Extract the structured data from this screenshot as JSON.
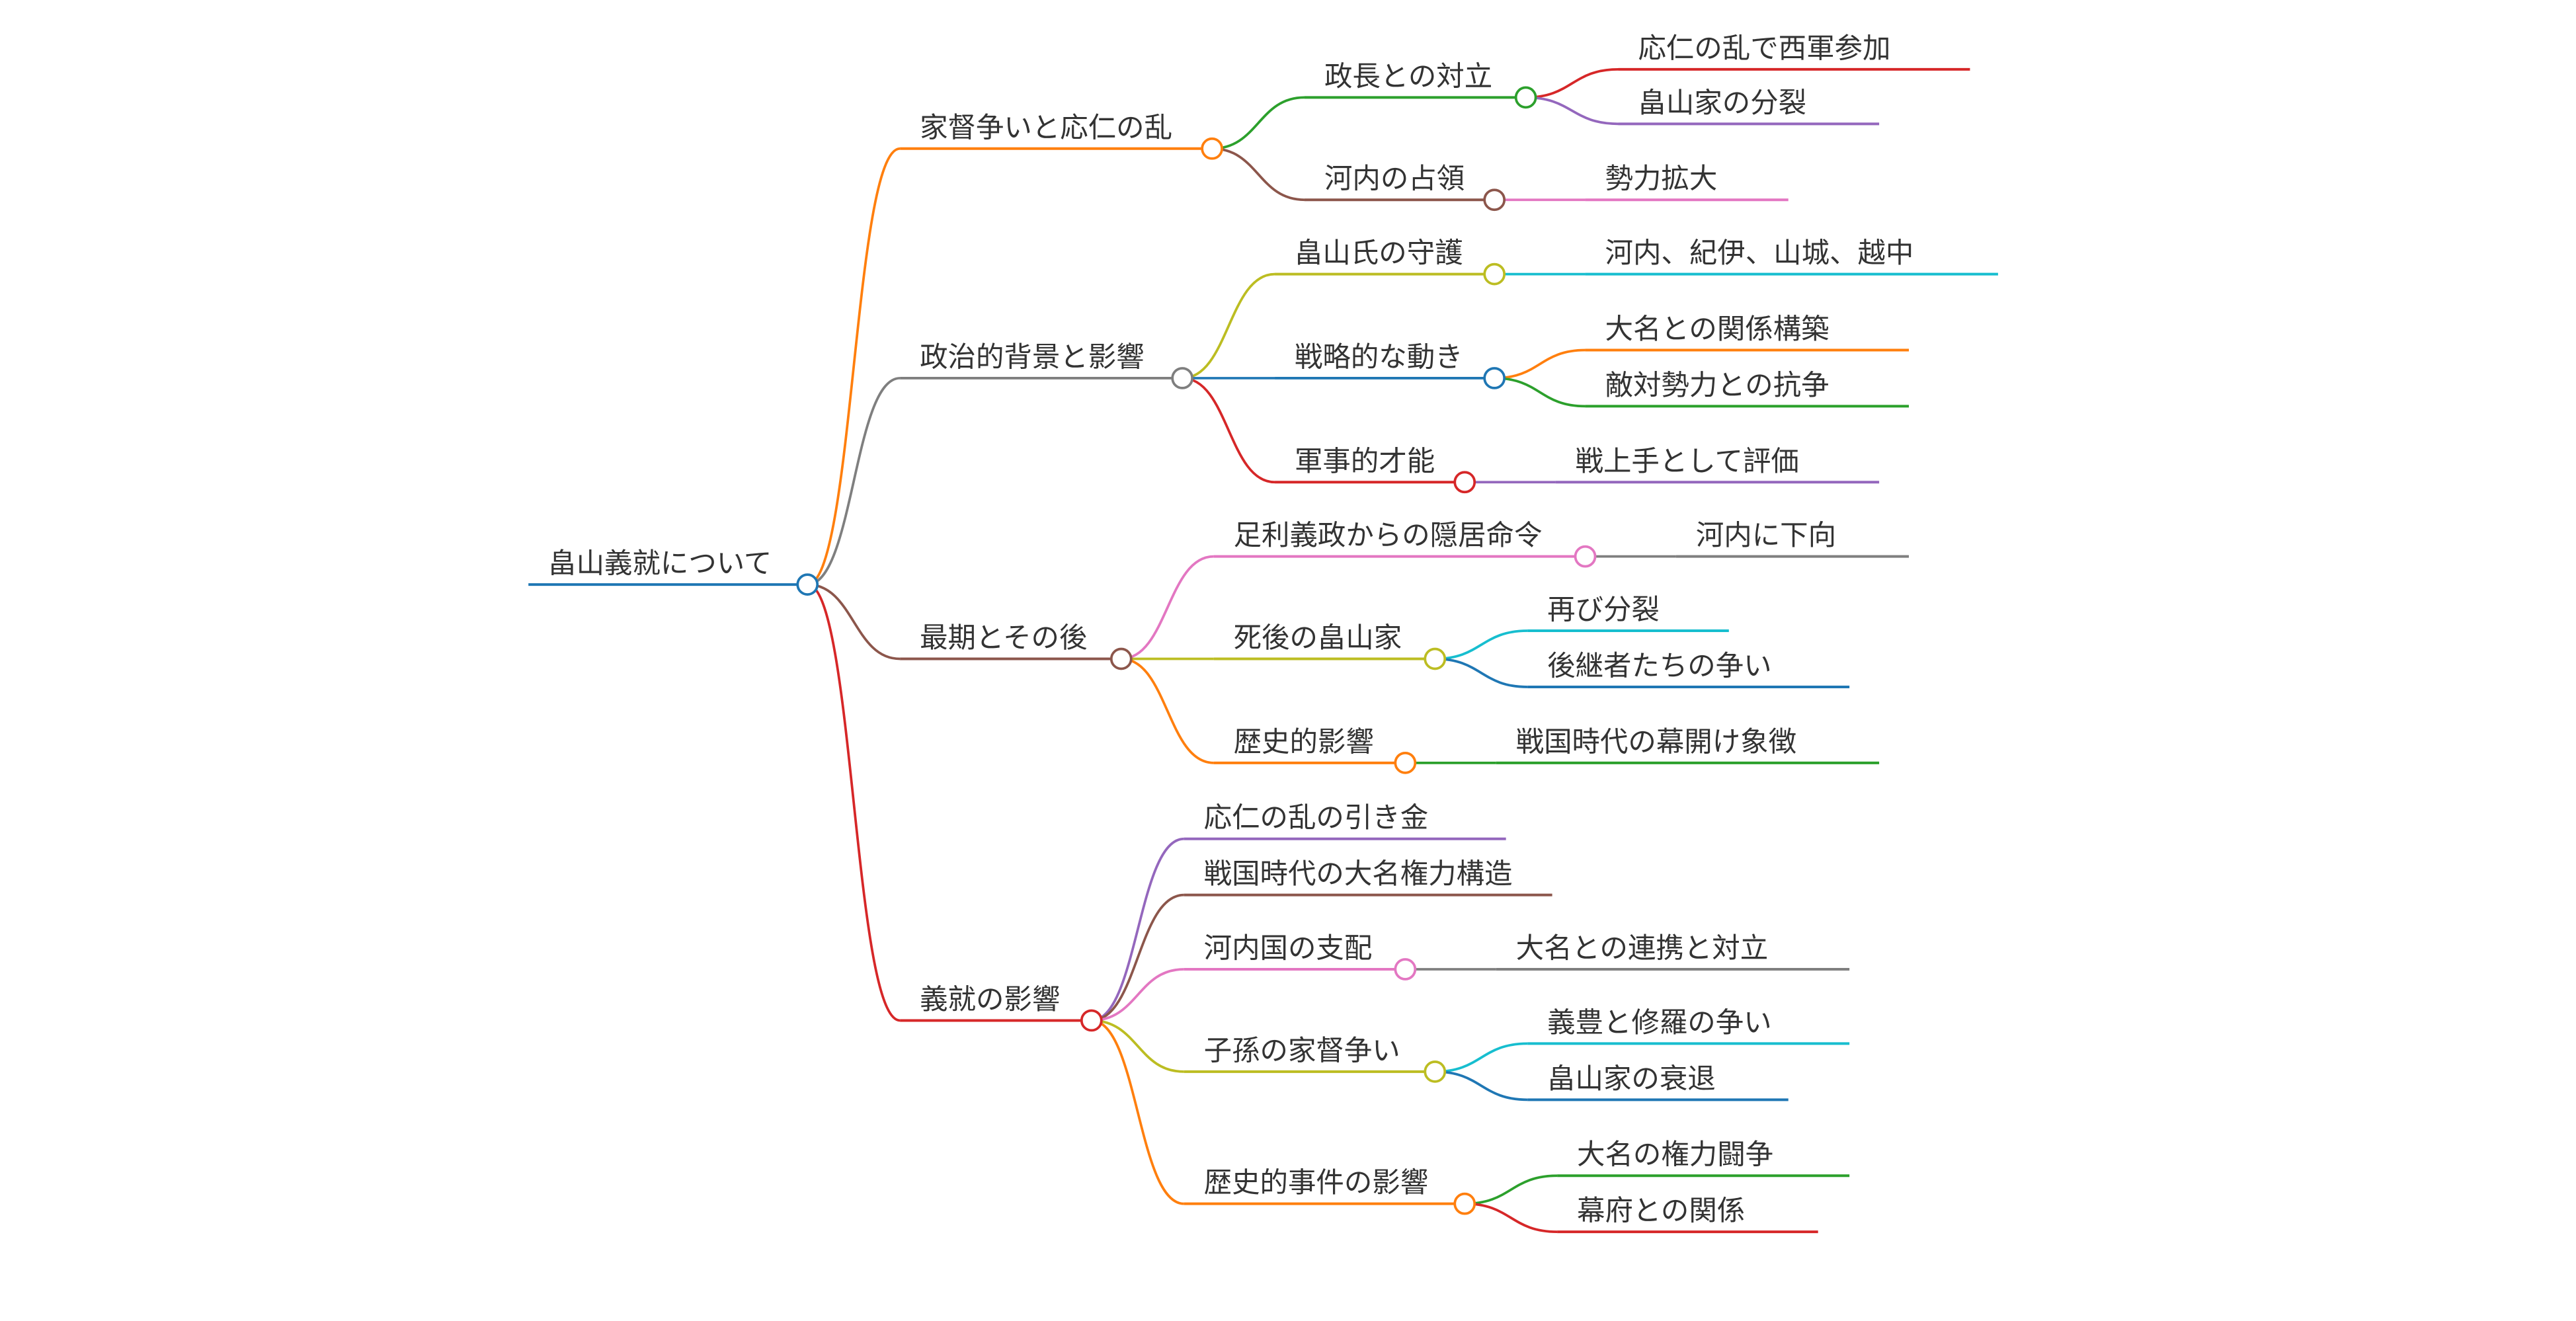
{
  "root": {
    "label": "畠山義就について",
    "color": "#1f77b4",
    "children": [
      {
        "label": "家督争いと応仁の乱",
        "color": "#ff7f0e",
        "children": [
          {
            "label": "政長との対立",
            "color": "#2ca02c",
            "children": [
              {
                "label": "応仁の乱で西軍参加",
                "color": "#d62728"
              },
              {
                "label": "畠山家の分裂",
                "color": "#9467bd"
              }
            ]
          },
          {
            "label": "河内の占領",
            "color": "#8c564b",
            "children": [
              {
                "label": "勢力拡大",
                "color": "#e377c2"
              }
            ]
          }
        ]
      },
      {
        "label": "政治的背景と影響",
        "color": "#7f7f7f",
        "children": [
          {
            "label": "畠山氏の守護",
            "color": "#bcbd22",
            "children": [
              {
                "label": "河内、紀伊、山城、越中",
                "color": "#17becf"
              }
            ]
          },
          {
            "label": "戦略的な動き",
            "color": "#1f77b4",
            "children": [
              {
                "label": "大名との関係構築",
                "color": "#ff7f0e"
              },
              {
                "label": "敵対勢力との抗争",
                "color": "#2ca02c"
              }
            ]
          },
          {
            "label": "軍事的才能",
            "color": "#d62728",
            "children": [
              {
                "label": "戦上手として評価",
                "color": "#9467bd"
              }
            ]
          }
        ]
      },
      {
        "label": "最期とその後",
        "color": "#8c564b",
        "children": [
          {
            "label": "足利義政からの隠居命令",
            "color": "#e377c2",
            "children": [
              {
                "label": "河内に下向",
                "color": "#7f7f7f"
              }
            ]
          },
          {
            "label": "死後の畠山家",
            "color": "#bcbd22",
            "children": [
              {
                "label": "再び分裂",
                "color": "#17becf"
              },
              {
                "label": "後継者たちの争い",
                "color": "#1f77b4"
              }
            ]
          },
          {
            "label": "歴史的影響",
            "color": "#ff7f0e",
            "children": [
              {
                "label": "戦国時代の幕開け象徴",
                "color": "#2ca02c"
              }
            ]
          }
        ]
      },
      {
        "label": "義就の影響",
        "color": "#d62728",
        "children": [
          {
            "label": "応仁の乱の引き金",
            "color": "#9467bd"
          },
          {
            "label": "戦国時代の大名権力構造",
            "color": "#8c564b"
          },
          {
            "label": "河内国の支配",
            "color": "#e377c2",
            "children": [
              {
                "label": "大名との連携と対立",
                "color": "#7f7f7f"
              }
            ]
          },
          {
            "label": "子孫の家督争い",
            "color": "#bcbd22",
            "children": [
              {
                "label": "義豊と修羅の争い",
                "color": "#17becf"
              },
              {
                "label": "畠山家の衰退",
                "color": "#1f77b4"
              }
            ]
          },
          {
            "label": "歴史的事件の影響",
            "color": "#ff7f0e",
            "children": [
              {
                "label": "大名の権力闘争",
                "color": "#2ca02c"
              },
              {
                "label": "幕府との関係",
                "color": "#d62728"
              }
            ]
          }
        ]
      }
    ]
  }
}
